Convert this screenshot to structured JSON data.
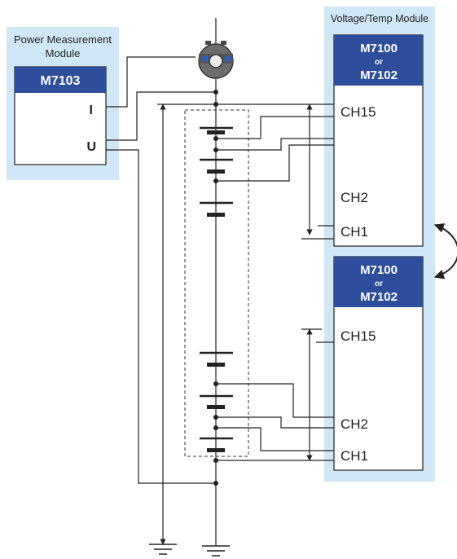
{
  "power_module": {
    "title_line1": "Power Measurement",
    "title_line2": "Module",
    "model": "M7103",
    "terminal_i": "I",
    "terminal_u": "U"
  },
  "voltage_module": {
    "title": "Voltage/Temp Module",
    "upper": {
      "model_line1": "M7100",
      "model_or": "or",
      "model_line2": "M7102",
      "ch_top": "CH15",
      "ch_mid": "CH2",
      "ch_bottom": "CH1"
    },
    "lower": {
      "model_line1": "M7100",
      "model_or": "or",
      "model_line2": "M7102",
      "ch_top": "CH15",
      "ch_mid": "CH2",
      "ch_bottom": "CH1"
    }
  },
  "colors": {
    "panel_bg": "#cfe7f6",
    "header_blue": "#2e4d9b",
    "wire": "#222222"
  },
  "icons": [
    "current-sensor-icon",
    "battery-cell-icon",
    "ground-symbol-icon",
    "double-arrow-icon"
  ]
}
